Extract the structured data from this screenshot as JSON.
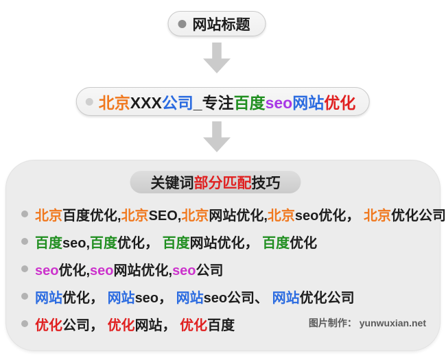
{
  "palette": {
    "orange": "#F0781E",
    "green": "#1F8E1F",
    "magenta": "#CC33CC",
    "purple": "#A838E6",
    "blue": "#2B6BE0",
    "red": "#E02020",
    "black": "#1C1C1C"
  },
  "flow": {
    "top_pill": {
      "label": "网站标题"
    },
    "title_pill": {
      "segments": [
        {
          "t": "北京",
          "c": "orange"
        },
        {
          "t": "XXX",
          "c": "black"
        },
        {
          "t": "公司",
          "c": "blue"
        },
        {
          "t": "_专注",
          "c": "black"
        },
        {
          "t": "百度",
          "c": "green"
        },
        {
          "t": "seo",
          "c": "purple"
        },
        {
          "t": "网站",
          "c": "blue"
        },
        {
          "t": "优化",
          "c": "red"
        }
      ]
    }
  },
  "panel": {
    "header": {
      "segments": [
        {
          "t": "关键词",
          "c": "black"
        },
        {
          "t": "部分匹配",
          "c": "red"
        },
        {
          "t": "技巧",
          "c": "black"
        }
      ]
    },
    "lines": [
      {
        "segments": [
          {
            "t": "北京",
            "c": "orange"
          },
          {
            "t": "百度优化,",
            "c": "black"
          },
          {
            "t": "北京",
            "c": "orange"
          },
          {
            "t": "SEO,",
            "c": "black"
          },
          {
            "t": "北京",
            "c": "orange"
          },
          {
            "t": "网站优化,",
            "c": "black"
          },
          {
            "t": "北京",
            "c": "orange"
          },
          {
            "t": "seo优化， ",
            "c": "black"
          },
          {
            "t": "北京",
            "c": "orange"
          },
          {
            "t": "优化公司",
            "c": "black"
          }
        ]
      },
      {
        "segments": [
          {
            "t": "百度",
            "c": "green"
          },
          {
            "t": "seo,",
            "c": "black"
          },
          {
            "t": "百度",
            "c": "green"
          },
          {
            "t": "优化， ",
            "c": "black"
          },
          {
            "t": "百度",
            "c": "green"
          },
          {
            "t": "网站优化， ",
            "c": "black"
          },
          {
            "t": "百度",
            "c": "green"
          },
          {
            "t": "优化",
            "c": "black"
          }
        ]
      },
      {
        "segments": [
          {
            "t": "seo",
            "c": "magenta"
          },
          {
            "t": "优化,",
            "c": "black"
          },
          {
            "t": "seo",
            "c": "magenta"
          },
          {
            "t": "网站优化,",
            "c": "black"
          },
          {
            "t": "seo",
            "c": "magenta"
          },
          {
            "t": "公司",
            "c": "black"
          }
        ]
      },
      {
        "segments": [
          {
            "t": "网站",
            "c": "blue"
          },
          {
            "t": "优化， ",
            "c": "black"
          },
          {
            "t": "网站",
            "c": "blue"
          },
          {
            "t": "seo， ",
            "c": "black"
          },
          {
            "t": "网站",
            "c": "blue"
          },
          {
            "t": "seo公司、 ",
            "c": "black"
          },
          {
            "t": "网站",
            "c": "blue"
          },
          {
            "t": "优化公司",
            "c": "black"
          }
        ]
      },
      {
        "segments": [
          {
            "t": "优化",
            "c": "red"
          },
          {
            "t": "公司， ",
            "c": "black"
          },
          {
            "t": "优化",
            "c": "red"
          },
          {
            "t": "网站， ",
            "c": "black"
          },
          {
            "t": "优化",
            "c": "red"
          },
          {
            "t": "百度",
            "c": "black"
          }
        ]
      }
    ],
    "credit": "图片制作： yunwuxian.net"
  }
}
